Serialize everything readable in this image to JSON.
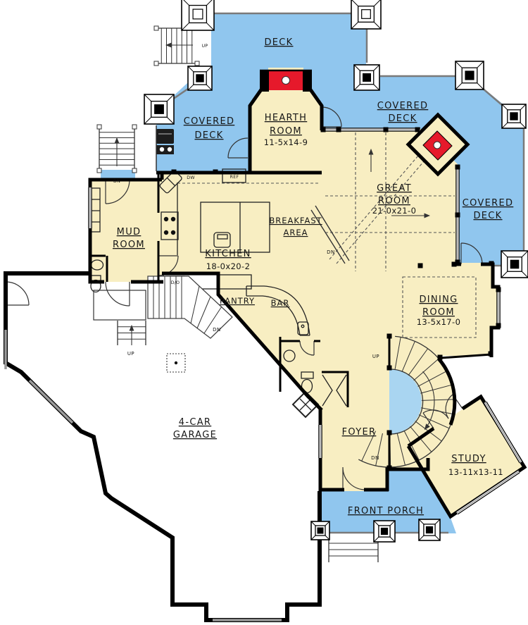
{
  "colors": {
    "deck": "#90c6ee",
    "stair": "#a9d5f1",
    "floor": "#f8eec2",
    "red": "#e6192b",
    "wall": "#000000",
    "line": "#555555"
  },
  "rooms": {
    "deck": {
      "label": "DECK"
    },
    "covered_deck_left": {
      "line1": "COVERED",
      "line2": "DECK"
    },
    "covered_deck_ne": {
      "line1": "COVERED",
      "line2": "DECK"
    },
    "covered_deck_right": {
      "line1": "COVERED",
      "line2": "DECK"
    },
    "hearth_room": {
      "line1": "HEARTH",
      "line2": "ROOM",
      "dims": "11-5x14-9"
    },
    "great_room": {
      "line1": "GREAT",
      "line2": "ROOM",
      "dims": "21-0x21-0"
    },
    "breakfast_area": {
      "line1": "BREAKFAST",
      "line2": "AREA"
    },
    "kitchen": {
      "label": "KITCHEN",
      "dims": "18-0x20-2"
    },
    "mud_room": {
      "line1": "MUD",
      "line2": "ROOM"
    },
    "pantry": {
      "label": "PANTRY"
    },
    "bar": {
      "label": "BAR"
    },
    "dining_room": {
      "line1": "DINING",
      "line2": "ROOM",
      "dims": "13-5x17-0"
    },
    "garage": {
      "line1": "4-CAR",
      "line2": "GARAGE"
    },
    "foyer": {
      "label": "FOYER"
    },
    "study": {
      "label": "STUDY",
      "dims": "13-11x13-11"
    },
    "front_porch": {
      "label": "FRONT PORCH"
    }
  },
  "annotations": {
    "up": "UP",
    "down": "DN",
    "dishwasher": "DW",
    "refrigerator": "REF",
    "double_oven": "D/O"
  }
}
